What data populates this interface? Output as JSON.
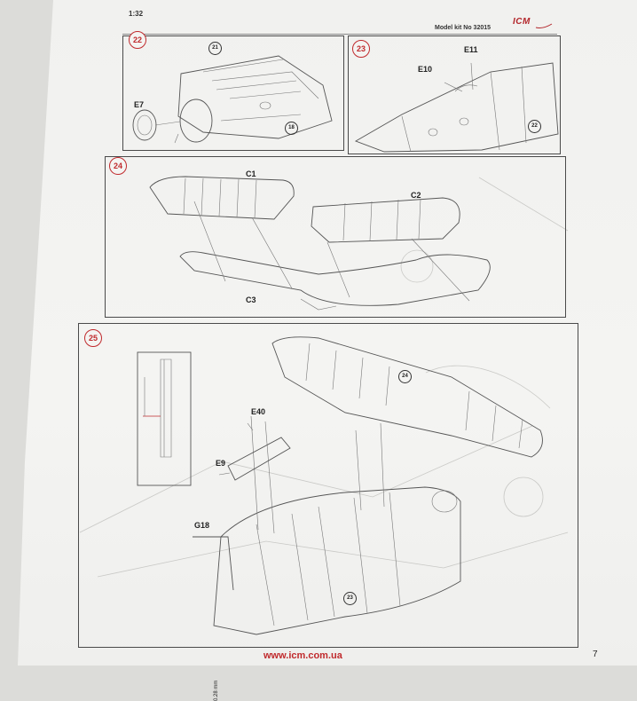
{
  "header": {
    "scale": "1:32",
    "kit_number": "Model kit No 32015",
    "logo": {
      "name": "ICM",
      "brand_color": "#c02a2d"
    }
  },
  "steps": [
    {
      "number": "22",
      "parts": [
        "E7",
        "21",
        "18"
      ]
    },
    {
      "number": "23",
      "parts": [
        "E11",
        "E10",
        "22"
      ]
    },
    {
      "number": "24",
      "parts": [
        "C1",
        "C2",
        "C3"
      ]
    },
    {
      "number": "25",
      "parts": [
        "E40",
        "E9",
        "G18",
        "24",
        "23"
      ],
      "measurement": "0.28 mm"
    }
  ],
  "footer": {
    "url": "www.icm.com.ua",
    "page_number": "7"
  }
}
